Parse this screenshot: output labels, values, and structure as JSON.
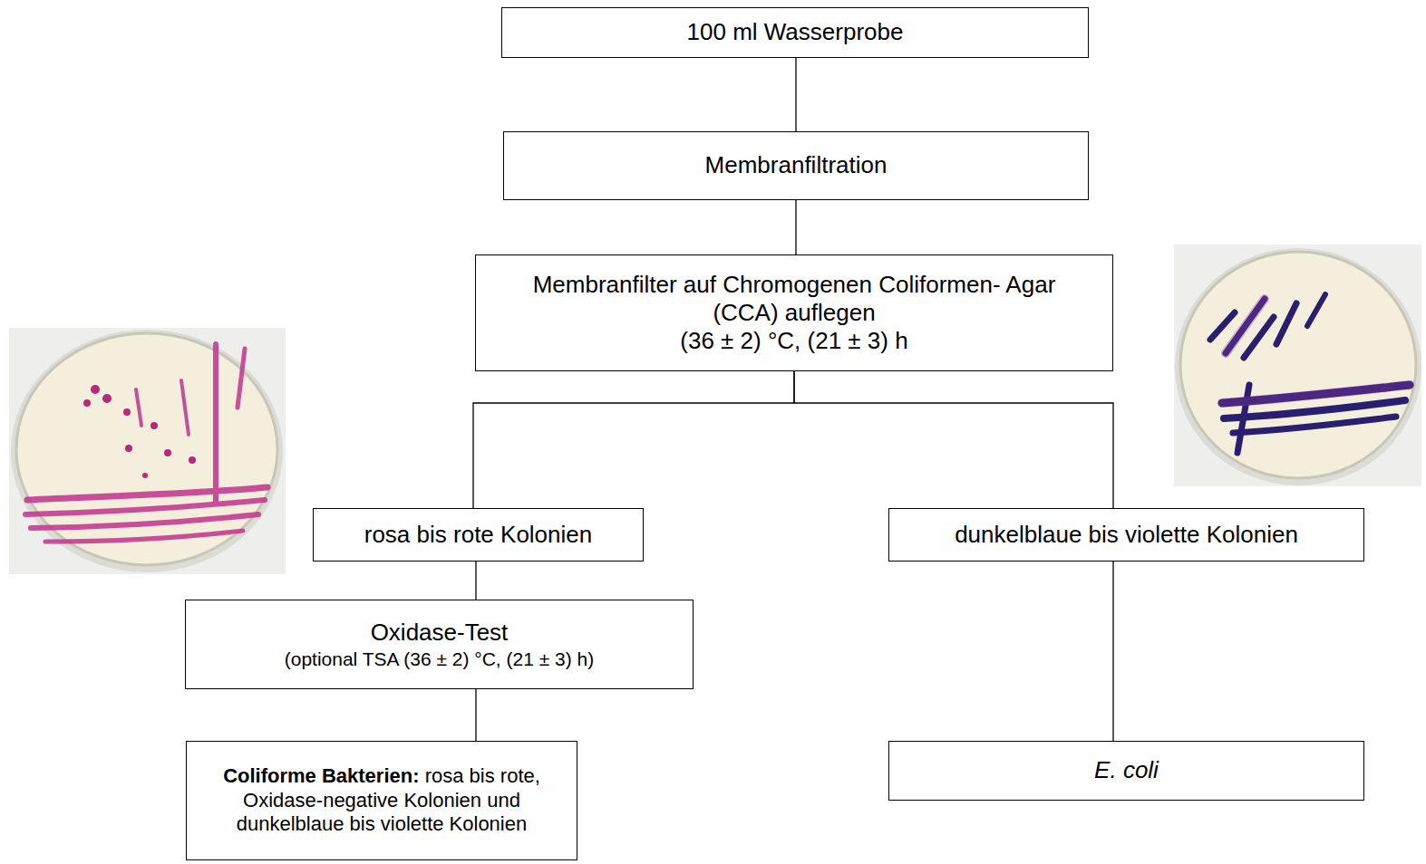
{
  "diagram": {
    "nodes": [
      {
        "text": [
          "100 ml Wasserprobe"
        ]
      },
      {
        "text": [
          "Membranfiltration"
        ]
      },
      {
        "text": [
          "Membranfilter auf Chromogenen Coliformen- Agar (CCA) auflegen",
          "(36 ± 2) °C, (21 ± 3) h"
        ]
      },
      {
        "text": [
          "rosa bis rote Kolonien"
        ]
      },
      {
        "text": [
          "dunkelblaue bis violette Kolonien"
        ]
      },
      {
        "text": [
          "Oxidase-Test",
          "(optional TSA (36 ± 2) °C, (21 ± 3) h)"
        ]
      },
      {
        "text": [
          "Coliforme Bakterien:",
          "rosa bis rote, Oxidase-negative Kolonien und dunkelblaue bis violette Kolonien"
        ]
      },
      {
        "text": [
          "E. coli"
        ]
      }
    ],
    "edges": [
      {
        "from": 0,
        "to": 1,
        "arrow": "none"
      },
      {
        "from": 1,
        "to": 2,
        "arrow": "none"
      },
      {
        "from": 2,
        "to": 3,
        "arrow": "none"
      },
      {
        "from": 2,
        "to": 4,
        "arrow": "none"
      },
      {
        "from": 3,
        "to": 5,
        "arrow": "none"
      },
      {
        "from": 5,
        "to": 6,
        "arrow": "none"
      },
      {
        "from": 4,
        "to": 7,
        "arrow": "none"
      }
    ]
  }
}
